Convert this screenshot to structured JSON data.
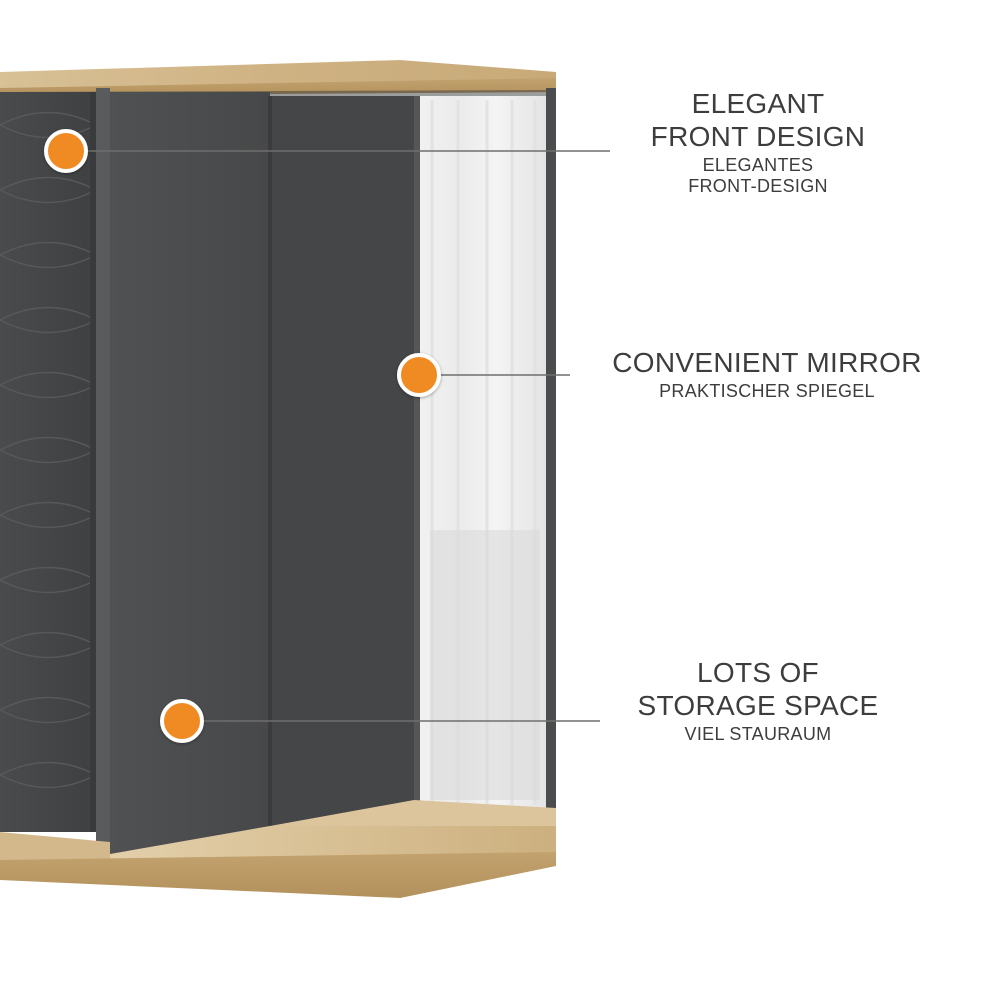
{
  "callouts": {
    "front_design": {
      "title_line1": "ELEGANT",
      "title_line2": "FRONT DESIGN",
      "subtitle_line1": "ELEGANTES",
      "subtitle_line2": "FRONT-DESIGN"
    },
    "mirror": {
      "title": "CONVENIENT MIRROR",
      "subtitle": "PRAKTISCHER SPIEGEL"
    },
    "storage": {
      "title_line1": "LOTS OF",
      "title_line2": "STORAGE SPACE",
      "subtitle": "VIEL STAURAUM"
    }
  },
  "colors": {
    "marker": "#f08a24",
    "cabinet_dark": "#4b4c4d",
    "oak": "#d3b98a",
    "text": "#3d3d3d"
  }
}
